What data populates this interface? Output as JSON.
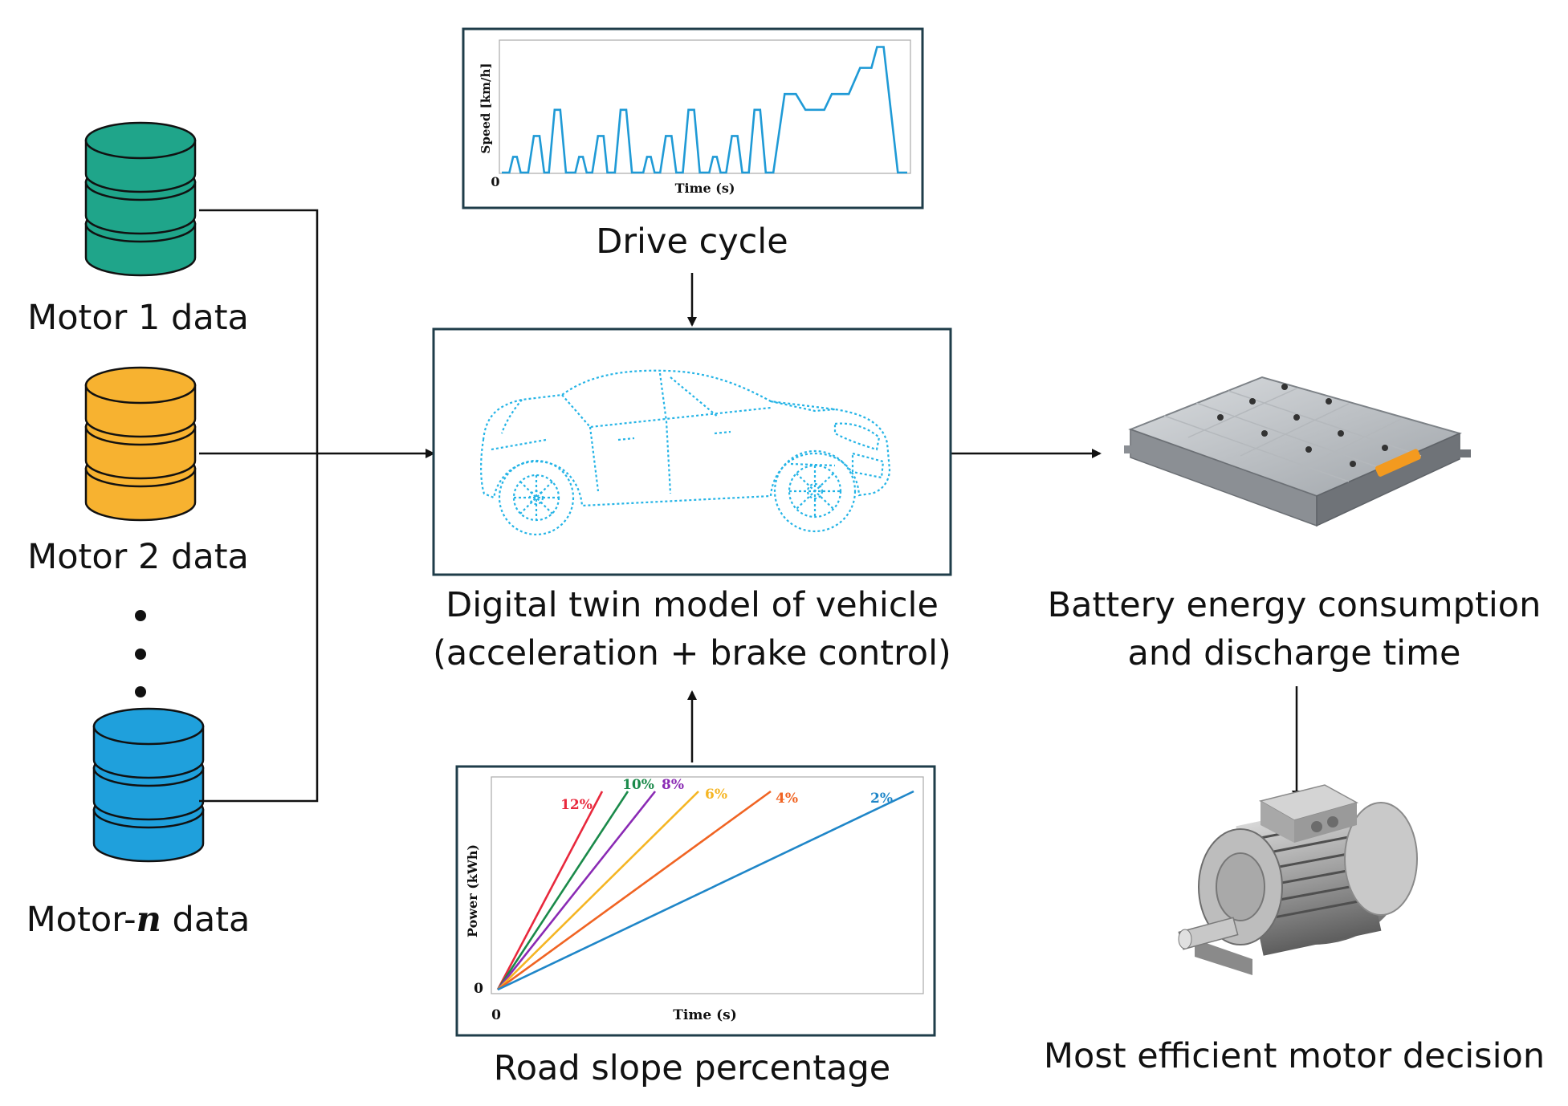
{
  "motors": [
    {
      "label_prefix": "Motor 1 data",
      "label_suffix": "",
      "color": "#1fa58a"
    },
    {
      "label_prefix": "Motor 2 data",
      "label_suffix": "",
      "color": "#f7b230"
    },
    {
      "label_prefix": "Motor-",
      "label_italic": "n",
      "label_suffix": " data",
      "color": "#1fa0dc"
    }
  ],
  "drive_cycle": {
    "caption": "Drive cycle",
    "ylabel": "Speed [km/h]",
    "xlabel": "Time (s)",
    "origin_label": "0",
    "line_color": "#1f9ad6"
  },
  "digital_twin": {
    "caption_line1": "Digital twin model of vehicle",
    "caption_line2": "(acceleration + brake control)",
    "car_color": "#25b4e6"
  },
  "battery": {
    "caption_line1": "Battery energy consumption",
    "caption_line2": "and discharge time",
    "accent_color": "#f39a1f"
  },
  "motor_decision": {
    "caption": "Most efficient motor decision"
  },
  "road_slope": {
    "caption": "Road slope percentage",
    "ylabel": "Power (kWh)",
    "xlabel": "Time (s)",
    "origin_x": "0",
    "origin_y": "0",
    "series": [
      {
        "name": "12%",
        "color": "#e8283c"
      },
      {
        "name": "10%",
        "color": "#1a8a4a"
      },
      {
        "name": "8%",
        "color": "#8a2ab4"
      },
      {
        "name": "6%",
        "color": "#f5b523"
      },
      {
        "name": "4%",
        "color": "#f06423"
      },
      {
        "name": "2%",
        "color": "#1f86c8"
      }
    ]
  }
}
